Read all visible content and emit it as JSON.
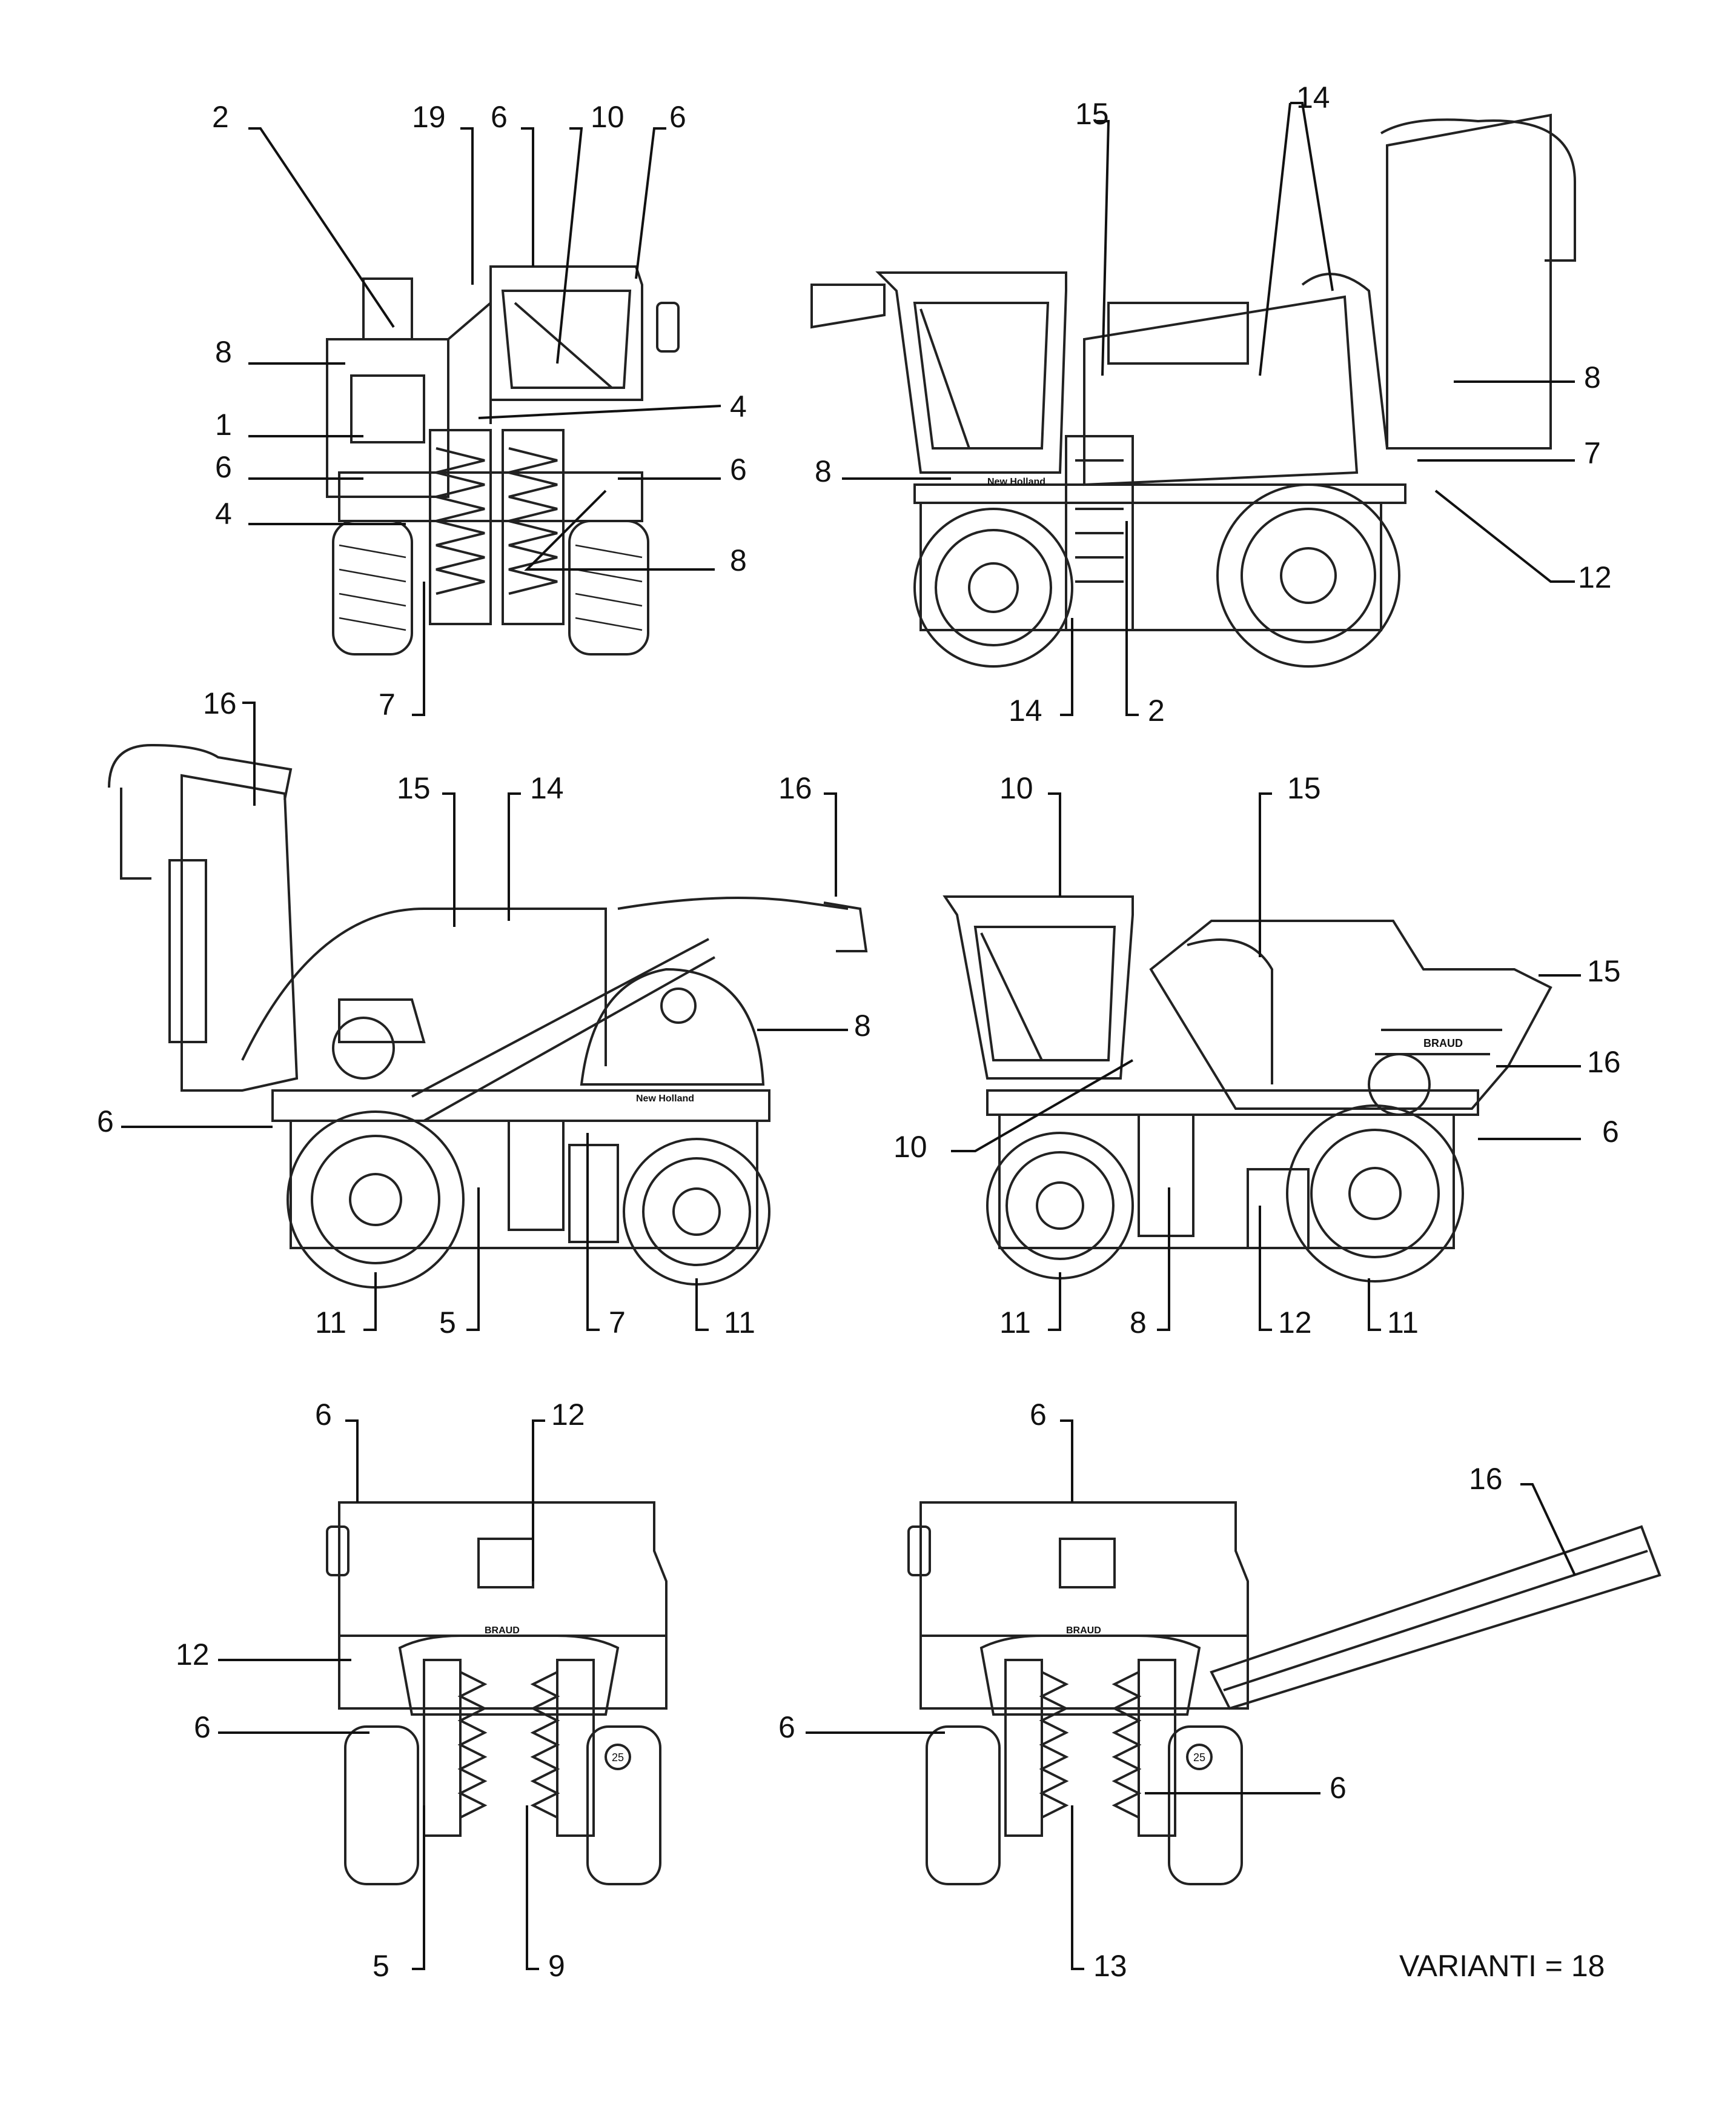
{
  "callouts": [
    "1",
    "2",
    "4",
    "5",
    "6",
    "7",
    "8",
    "9",
    "10",
    "11",
    "12",
    "13",
    "14",
    "15",
    "16",
    "19"
  ],
  "decals": {
    "brand_name": "New Holland",
    "braud": "BRAUD",
    "speed_plate": "25"
  },
  "footer_note": "VARIANTI = 18"
}
